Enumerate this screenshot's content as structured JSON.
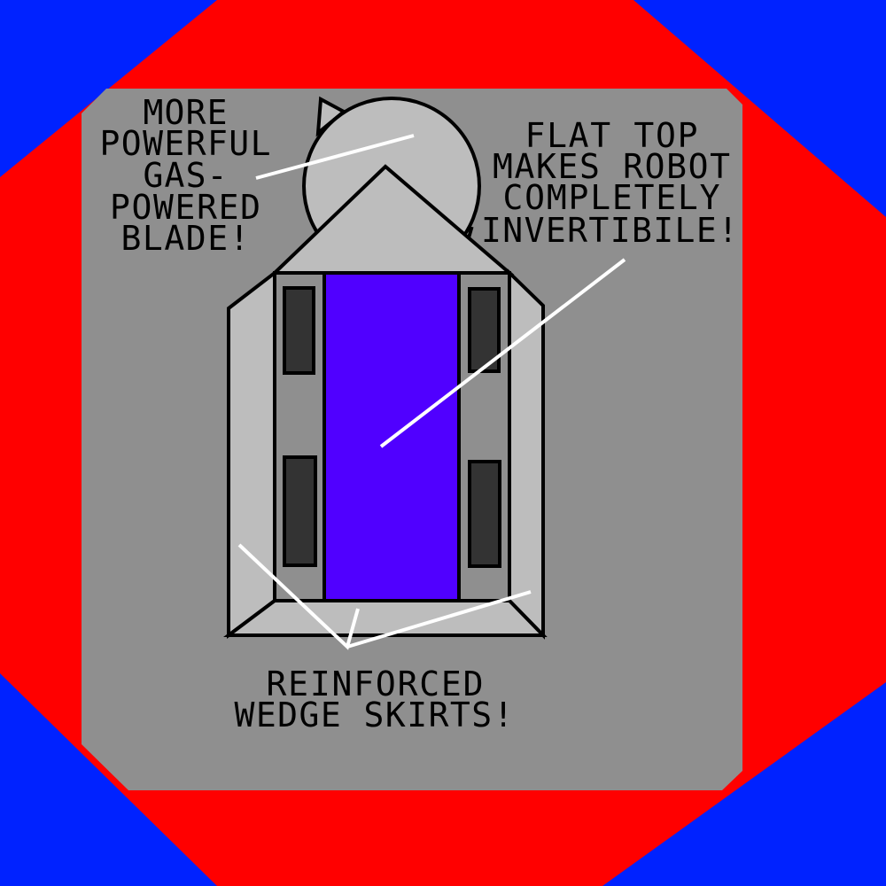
{
  "colors": {
    "outer": "#0022ff",
    "ring": "#ff0000",
    "arena": "#8f8f8f",
    "body": "#bdbdbd",
    "panel": "#8f8f8f",
    "wheel": "#333333",
    "top_plate": "#5000ff",
    "pointer": "#ffffff"
  },
  "labels": {
    "blade": [
      "MORE",
      "POWERFUL",
      "GAS-",
      "POWERED",
      "BLADE!"
    ],
    "top": [
      "FLAT TOP",
      "MAKES ROBOT",
      "COMPLETELY",
      "INVERTIBILE!"
    ],
    "skirts": [
      "REINFORCED",
      "WEDGE SKIRTS!"
    ]
  }
}
